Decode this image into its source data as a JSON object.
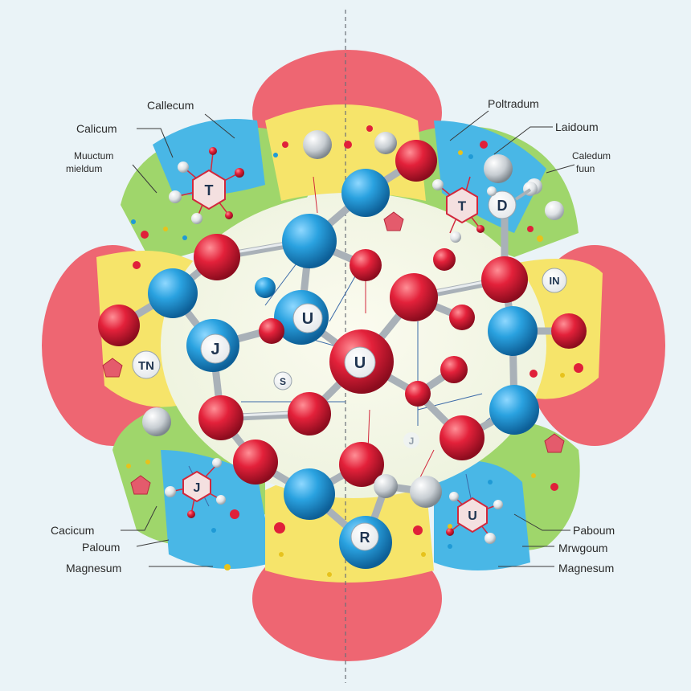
{
  "labels": {
    "top_left_1": "Callecum",
    "top_left_2": "Calicum",
    "top_left_3a": "Muuctum",
    "top_left_3b": "mieldum",
    "top_right_1": "Poltradum",
    "top_right_2": "Laidoum",
    "top_right_3a": "Caledum",
    "top_right_3b": "fuun",
    "bottom_left_1": "Cacicum",
    "bottom_left_2": "Paloum",
    "bottom_left_3": "Magnesum",
    "bottom_right_1": "Paboum",
    "bottom_right_2": "Mrwgoum",
    "bottom_right_3": "Magnesum"
  },
  "atom_letters": {
    "u_top": "U",
    "u_center": "U",
    "j_left": "J",
    "r_bottom": "R",
    "tn_left": "TN",
    "in_right": "IN",
    "t_topleft": "T",
    "t_topright": "T",
    "d_topright": "D",
    "j_bottomleft": "J",
    "u_bottomright": "U",
    "s_small": "S",
    "j_ghost": "J"
  },
  "colors": {
    "blue_atom": "#1f9ad6",
    "red_atom": "#e0203a",
    "region_red": "#ee6672",
    "region_green": "#9fd66b",
    "region_yellow": "#f6e46a",
    "region_blue": "#49b7e6"
  }
}
